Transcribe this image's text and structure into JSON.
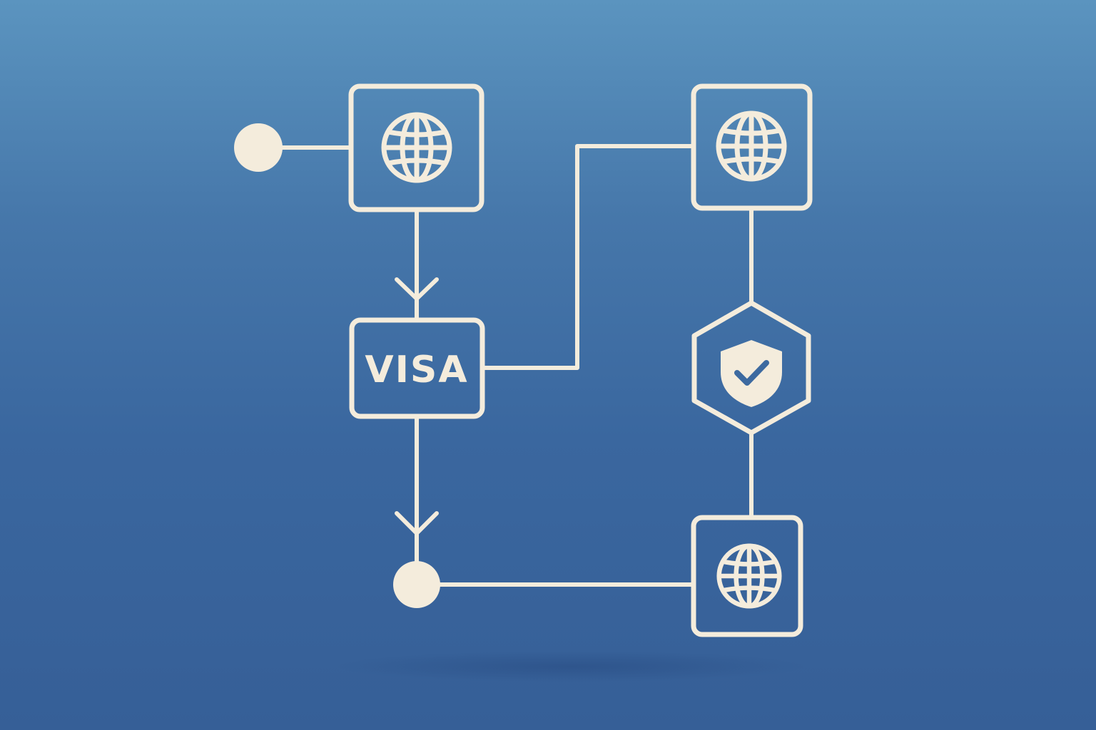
{
  "colors": {
    "background_top": "#5b94bf",
    "background_bottom": "#365f97",
    "line": "#f4ecdc",
    "node_fill": "#f4ecdc"
  },
  "nodes": {
    "start_circle": {
      "type": "circle"
    },
    "globe_top_left": {
      "type": "box",
      "icon": "globe-icon"
    },
    "visa_box": {
      "type": "box",
      "label": "VISA"
    },
    "globe_top_right": {
      "type": "box",
      "icon": "globe-icon"
    },
    "shield_hex": {
      "type": "hexagon",
      "icon": "shield-check-icon"
    },
    "globe_bottom_right": {
      "type": "box",
      "icon": "globe-icon"
    },
    "end_circle": {
      "type": "circle"
    }
  }
}
